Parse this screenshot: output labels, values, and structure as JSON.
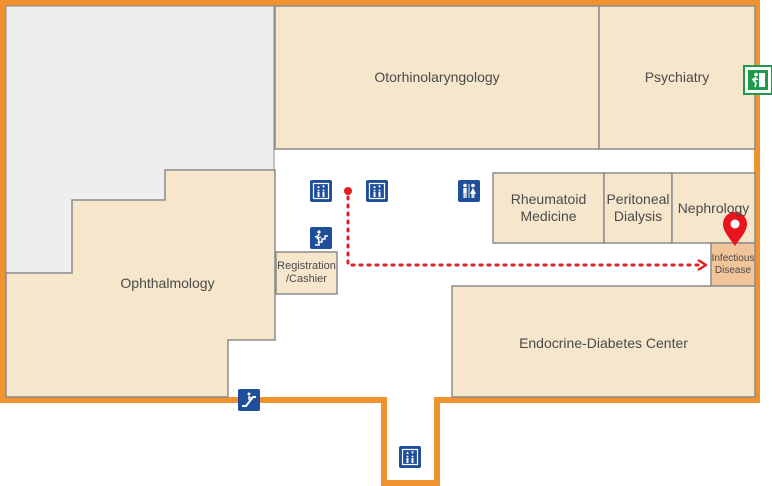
{
  "rooms": {
    "otorhinolaryngology": "Otorhinolaryngology",
    "psychiatry": "Psychiatry",
    "ophthalmology": "Ophthalmology",
    "rheumatoid": "Rheumatoid\nMedicine",
    "peritoneal": "Peritoneal\nDialysis",
    "nephrology": "Nephrology",
    "registration": "Registration\n/Cashier",
    "infectious": "Infectious\nDisease",
    "endocrine": "Endocrine-Diabetes Center"
  },
  "icons": {
    "elevator": "elevator-icon",
    "restroom": "restroom-icon",
    "stairs": "stairs-icon",
    "escalator": "escalator-icon",
    "exit": "emergency-exit-icon",
    "pin": "location-pin-icon"
  },
  "colors": {
    "wall": "#f0922f",
    "room_fill": "#f6e6cc",
    "room_stroke": "#8c8c8c",
    "highlight_room": "#f2c49a",
    "route": "#e02020",
    "icon_bg": "#1f4e9a",
    "exit_green": "#1d9a4a",
    "unused_area": "#eeeeee"
  }
}
